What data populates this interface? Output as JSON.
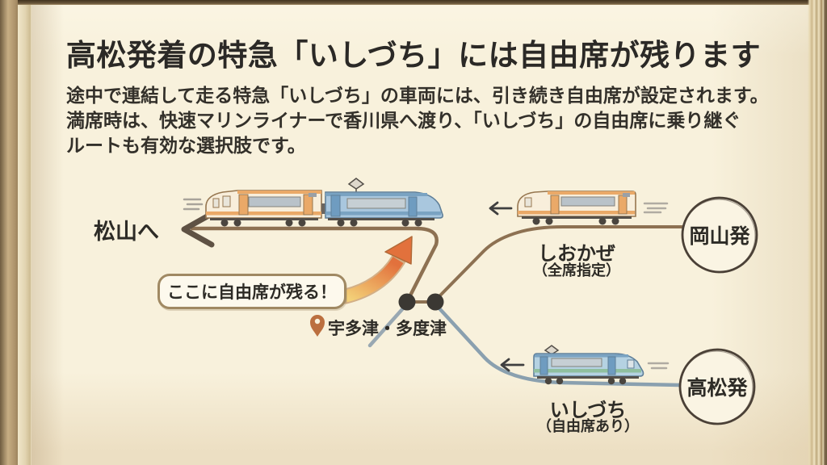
{
  "slide": {
    "title": "高松発着の特急「いしづち」には自由席が残ります",
    "body_lines": [
      "途中で連結して走る特急「いしづち」の車両には、引き続き自由席が設定されます。",
      "満席時は、快速マリンライナーで香川県へ渡り、「いしづち」の自由席に乗り継ぐ",
      "ルートも有効な選択肢です。"
    ]
  },
  "diagram": {
    "destination": "松山へ",
    "callout": "ここに自由席が残る！",
    "junction": "宇多津・多度津",
    "branch_top": {
      "train": "しおかぜ",
      "seat_note": "（全席指定）",
      "origin": "岡山発"
    },
    "branch_bottom": {
      "train": "いしづち",
      "seat_note": "（自由席あり）",
      "origin": "高松発"
    }
  },
  "icons": {
    "map_pin": "map-pin-icon",
    "left_arrows": "left-arrow-icon",
    "highlight_arrow": "curved-highlight-arrow-icon"
  },
  "colors": {
    "paper": "#f8f1dc",
    "ink": "#2d2b26",
    "track_brown": "#8d7152",
    "track_blue": "#8aa0af",
    "junction_dot": "#3b3833",
    "highlight_orange": "#e2713c",
    "highlight_yellow": "#f3d078",
    "train_cream": "#f8eedb",
    "train_orange": "#eaa968",
    "train_blue": "#a9c7de",
    "pin_orange": "#bb6f3f",
    "bubble_border": "#a08963",
    "circle_border": "#4b4137"
  }
}
